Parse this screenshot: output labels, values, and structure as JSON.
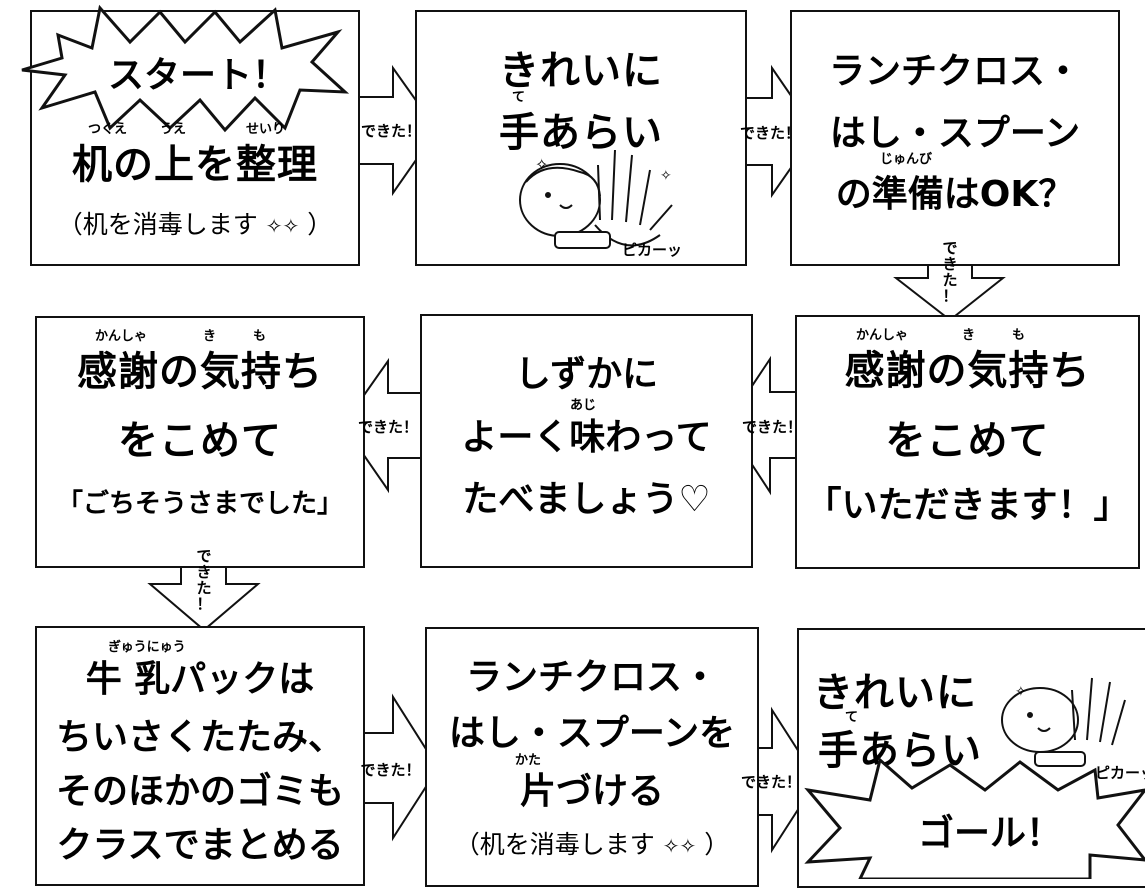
{
  "start_label": "スタート！",
  "goal_label": "ゴール！",
  "arrow_label": "できた！",
  "arrow_label_v": [
    "で",
    "き",
    "た",
    "！"
  ],
  "steps": [
    {
      "lines": [
        "机の上を整理"
      ],
      "ruby": [
        "つくえ",
        "うえ",
        "せいり"
      ],
      "note": "（机を消毒します"
    },
    {
      "lines": [
        "きれいに",
        "手あらい"
      ],
      "ruby": [
        "て"
      ],
      "illustration_text": "ピカーッ"
    },
    {
      "lines": [
        "ランチクロス・",
        "はし・スプーン",
        "の準備はOK？"
      ],
      "ruby": [
        "じゅんび"
      ]
    },
    {
      "lines": [
        "感謝の気持ち",
        "をこめて",
        "「いただきます！」"
      ],
      "ruby": [
        "かんしゃ",
        "き",
        "も"
      ]
    },
    {
      "lines": [
        "しずかに",
        "よーく味わって",
        "たべましょう♡"
      ],
      "ruby": [
        "あじ"
      ]
    },
    {
      "lines": [
        "感謝の気持ち",
        "をこめて",
        "「ごちそうさまでした」"
      ],
      "ruby": [
        "かんしゃ",
        "き",
        "も"
      ]
    },
    {
      "lines": [
        "牛 乳パックは",
        "ちいさくたたみ、",
        "そのほかのゴミも",
        "クラスでまとめる"
      ],
      "ruby": [
        "ぎゅうにゅう"
      ]
    },
    {
      "lines": [
        "ランチクロス・",
        "はし・スプーンを",
        "片づける"
      ],
      "ruby": [
        "かた"
      ],
      "note": "（机を消毒します"
    },
    {
      "lines": [
        "きれいに",
        "手あらい"
      ],
      "ruby": [
        "て"
      ],
      "illustration_text": "ピカーッ"
    }
  ],
  "note_close": "）"
}
